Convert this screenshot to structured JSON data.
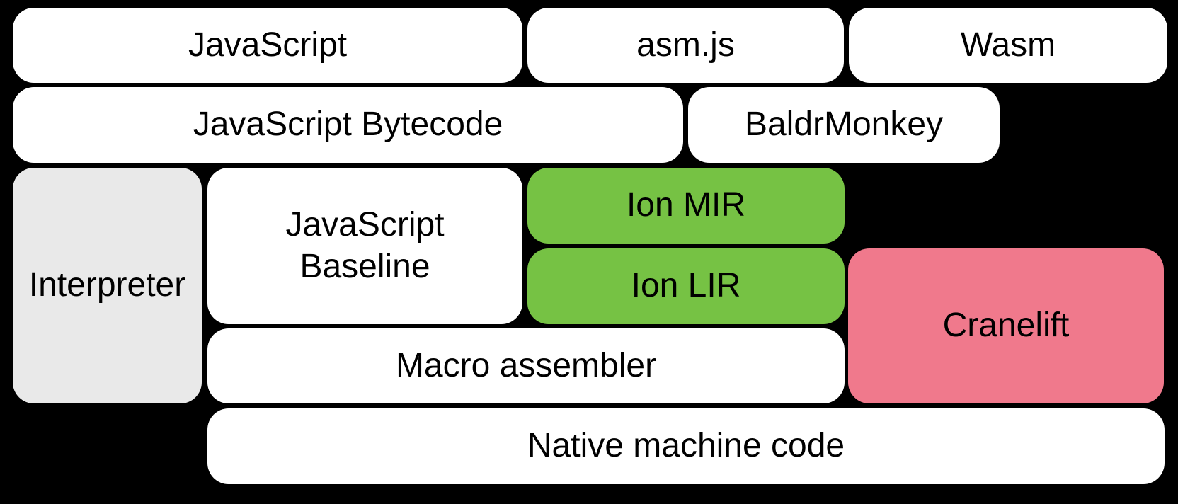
{
  "colors": {
    "background": "#000000",
    "text": "#000000",
    "block-white": "#ffffff",
    "block-gray": "#e9e9e9",
    "block-green": "#76c244",
    "block-pink": "#f0798c"
  },
  "diagram": {
    "blocks": [
      {
        "id": "javascript",
        "label": "JavaScript",
        "color": "white"
      },
      {
        "id": "asmjs",
        "label": "asm.js",
        "color": "white"
      },
      {
        "id": "wasm",
        "label": "Wasm",
        "color": "white"
      },
      {
        "id": "javascript-bytecode",
        "label": "JavaScript Bytecode",
        "color": "white"
      },
      {
        "id": "baldrmonkey",
        "label": "BaldrMonkey",
        "color": "white"
      },
      {
        "id": "interpreter",
        "label": "Interpreter",
        "color": "gray"
      },
      {
        "id": "javascript-baseline",
        "label": "JavaScript Baseline",
        "lines": [
          "JavaScript",
          "Baseline"
        ],
        "color": "white"
      },
      {
        "id": "ion-mir",
        "label": "Ion MIR",
        "color": "green"
      },
      {
        "id": "ion-lir",
        "label": "Ion LIR",
        "color": "green"
      },
      {
        "id": "cranelift",
        "label": "Cranelift",
        "color": "pink"
      },
      {
        "id": "macro-assembler",
        "label": "Macro assembler",
        "color": "white"
      },
      {
        "id": "native-machine-code",
        "label": "Native machine code",
        "color": "white"
      }
    ]
  }
}
